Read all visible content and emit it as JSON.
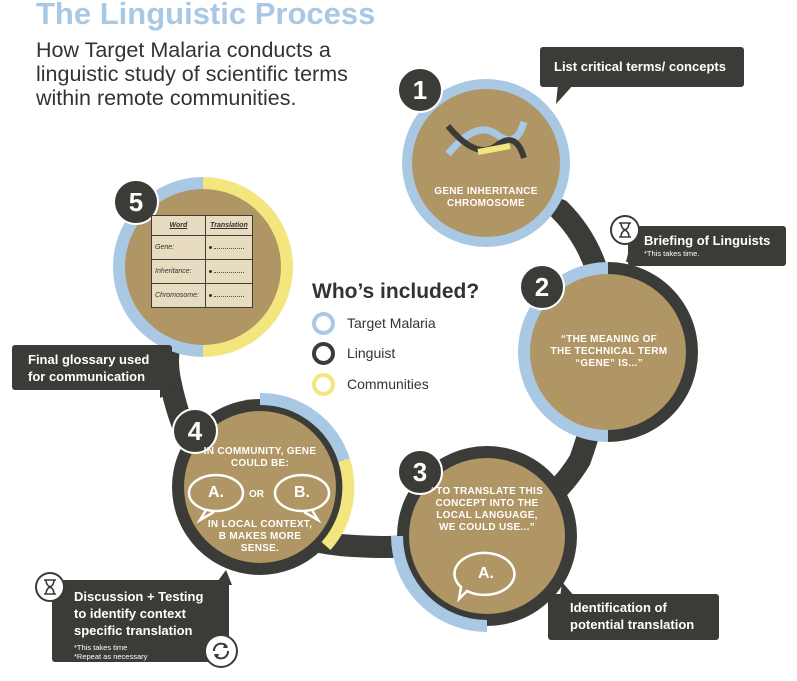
{
  "title": "The Linguistic Process",
  "subtitle": "How Target Malaria conducts a linguistic study of scientific terms within remote communities.",
  "colors": {
    "target_malaria": "#a9c8e4",
    "linguist": "#3b3b37",
    "communities": "#f3e67f",
    "circle_fill": "#b09565",
    "callout_bg": "#3b3b37"
  },
  "steps": [
    {
      "number": "1",
      "text": "Gene inheritance chromosome",
      "callout": "List critical terms/ concepts"
    },
    {
      "number": "2",
      "text": "“The meaning of the technical term “gene” is...”",
      "callout": "Briefing of Linguists",
      "note": "*This takes time."
    },
    {
      "number": "3",
      "text": "“To translate this concept into the local language, we could use...”",
      "bubble": "A.",
      "callout": "Identification of potential translation"
    },
    {
      "number": "4",
      "text_top": "In community, gene could be:",
      "bubble_a": "A.",
      "or": "OR",
      "bubble_b": "B.",
      "text_bottom": "In local context, B makes more sense.",
      "callout": "Discussion + Testing to identify context specific translation",
      "notes": [
        "*This takes time",
        "*Repeat as necessary"
      ]
    },
    {
      "number": "5",
      "callout": "Final glossary used for communication",
      "glossary": {
        "headers": [
          "Word",
          "Translation"
        ],
        "rows": [
          "Gene:",
          "Inheritance:",
          "Chromosome:"
        ]
      }
    }
  ],
  "legend": {
    "title": "Who’s included?",
    "items": [
      "Target Malaria",
      "Linguist",
      "Communities"
    ]
  },
  "icons": [
    "hourglass-icon",
    "hourglass-icon",
    "refresh-icon",
    "dna-icon",
    "speech-bubble-icon"
  ]
}
